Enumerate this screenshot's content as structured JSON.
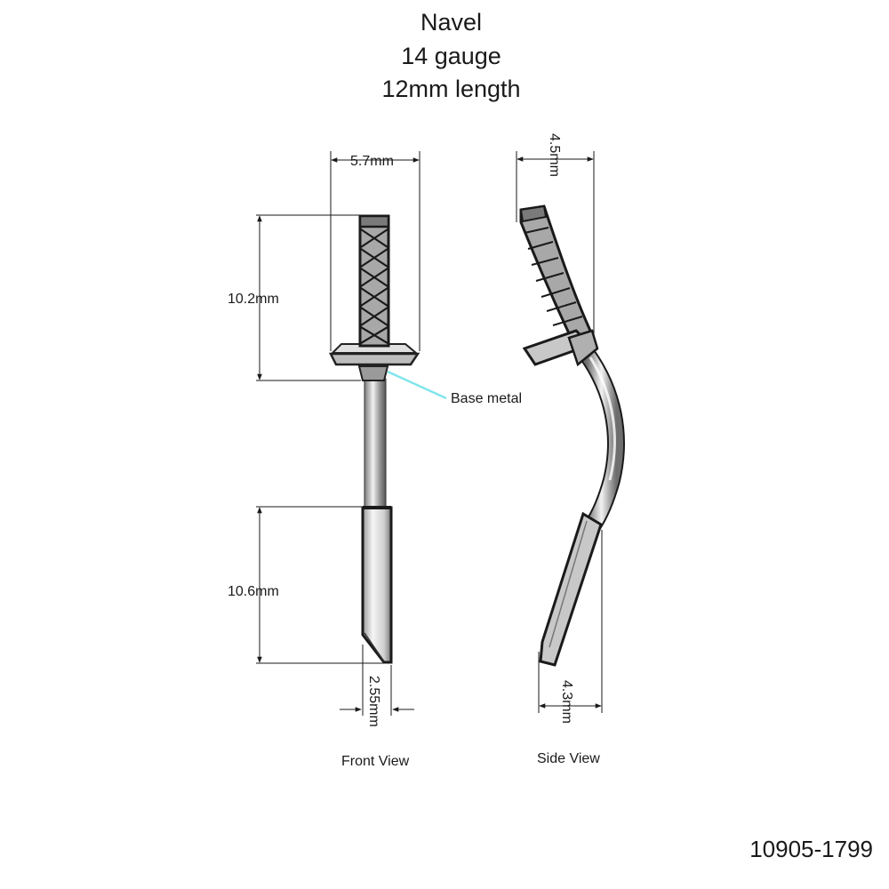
{
  "title": {
    "line1": "Navel",
    "line2": "14 gauge",
    "line3": "12mm length"
  },
  "dimensions": {
    "top_width": "5.7mm",
    "top_height": "10.2mm",
    "bottom_height": "10.6mm",
    "bottom_width": "2.55mm",
    "side_top_width": "4.5mm",
    "side_bottom_width": "4.3mm"
  },
  "labels": {
    "base_metal": "Base metal",
    "front_view": "Front View",
    "side_view": "Side View"
  },
  "part_number": "10905-1799",
  "colors": {
    "line": "#1a1a1a",
    "pointer": "#7fe6ec",
    "metal_light": "#e6e6e6",
    "metal_dark": "#8a8a8a"
  }
}
